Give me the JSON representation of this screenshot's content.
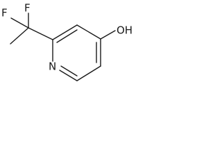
{
  "structure": {
    "atoms": {
      "fluorine_top": "F",
      "fluorine_left": "F",
      "nitrogen": "N",
      "hydroxyl": "OH"
    }
  }
}
